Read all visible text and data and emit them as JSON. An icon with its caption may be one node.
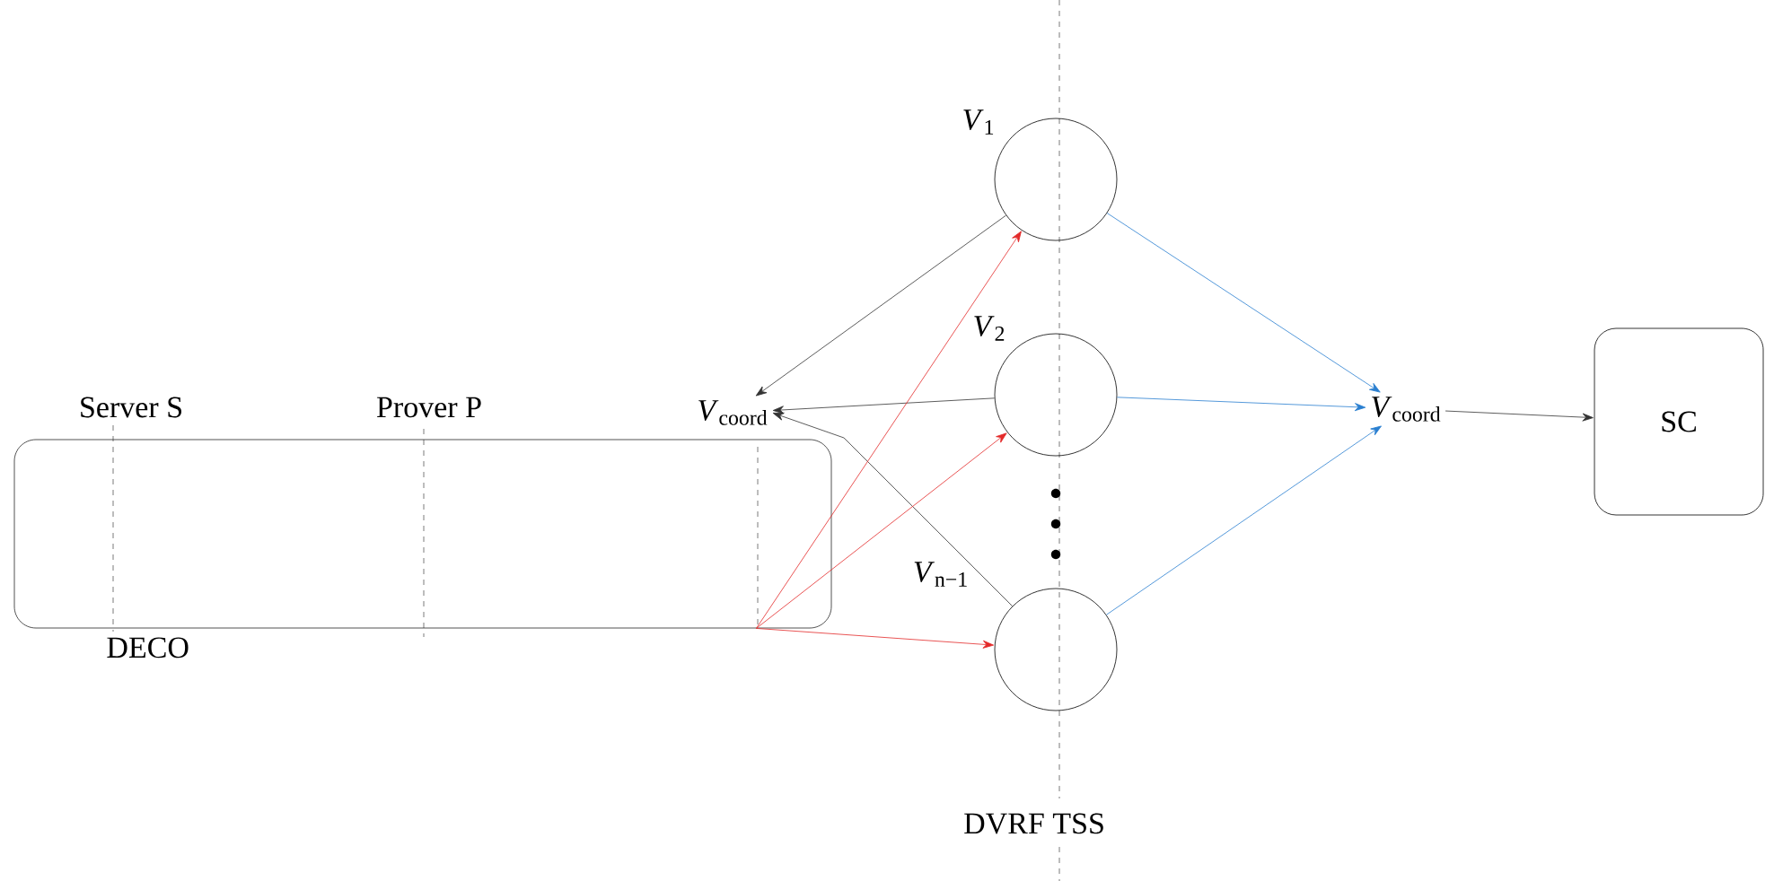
{
  "diagram": {
    "nodes": [
      {
        "text": [
          "DECO"
        ]
      },
      {
        "text": [
          "*V*$_{coord}$"
        ]
      },
      {
        "text": [
          "*V*$_{1}$"
        ]
      },
      {
        "text": [
          "*V*$_{2}$"
        ]
      },
      {
        "text": [
          "*V*$_{n−1}$"
        ]
      },
      {
        "text": [
          "*V*$_{coord}$"
        ]
      },
      {
        "text": [
          "SC"
        ]
      }
    ],
    "edges": [
      {
        "from": 2,
        "to": 1,
        "arrow": "to"
      },
      {
        "from": 3,
        "to": 1,
        "arrow": "to"
      },
      {
        "from": 4,
        "to": 1,
        "arrow": "to"
      },
      {
        "from": 0,
        "to": 2,
        "arrow": "to",
        "color": "#e32a2a"
      },
      {
        "from": 0,
        "to": 3,
        "arrow": "to",
        "color": "#e32a2a"
      },
      {
        "from": 0,
        "to": 4,
        "arrow": "to",
        "color": "#e32a2a"
      },
      {
        "from": 2,
        "to": 5,
        "arrow": "to",
        "color": "#2a7fd0"
      },
      {
        "from": 3,
        "to": 5,
        "arrow": "to",
        "color": "#2a7fd0"
      },
      {
        "from": 4,
        "to": 5,
        "arrow": "to",
        "color": "#2a7fd0"
      },
      {
        "from": 5,
        "to": 6,
        "arrow": "to"
      }
    ],
    "labels": [
      "Server S",
      "Prover P",
      "DVRF TSS"
    ]
  }
}
